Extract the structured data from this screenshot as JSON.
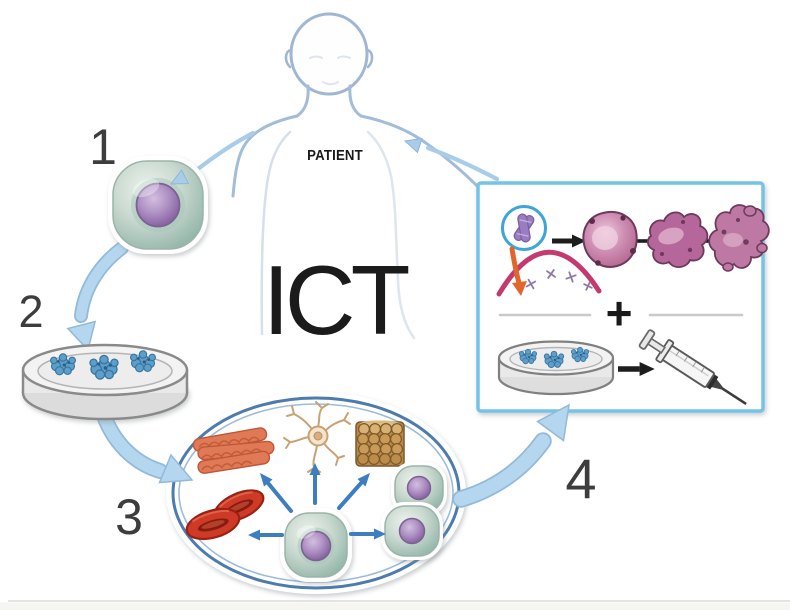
{
  "diagram": {
    "title": "ICT",
    "patient_label": "PATIENT",
    "plus_sign": "+",
    "step_numbers": [
      "1",
      "2",
      "3",
      "4"
    ]
  },
  "colors": {
    "background": "#ffffff",
    "cycle_arrow_fill": "#b4d6ee",
    "cycle_arrow_edge": "#93b9da",
    "patient_outline": "#a3bdd8",
    "step_number_text": "#3d3d3d",
    "title_text": "#1b1b1b",
    "ellipse_border": "#4d7bad",
    "box_border": "#74c3e6",
    "inner_arrow_blue": "#3c7ec0",
    "cell_body_sage": "#c3d3c9",
    "nucleus_purple": "#8e6ba6",
    "colony_blue": "#5d9fca",
    "muscle_coral": "#e07a56",
    "neuron_tan": "#c8a274",
    "tissue_brown": "#c99a58",
    "rbc_red": "#ce3a26",
    "reprogrammed_cell_pink": "#c27ba6",
    "arc_magenta": "#c43a6e",
    "correction_orange": "#e2662c",
    "black_arrow": "#1d1d1d",
    "dish_gray": "#f3f3f3"
  },
  "icons": [
    "patient-figure-icon",
    "somatic-cell-icon",
    "culture-dish-icon",
    "differentiation-ellipse-icon",
    "muscle-tissue-icon",
    "neuron-icon",
    "epithelial-tissue-icon",
    "red-blood-cells-icon",
    "stem-cell-icon",
    "self-renewal-cells-icon",
    "chromosome-icon",
    "gene-correction-arc-icon",
    "reprogrammed-cell-icon",
    "embryoid-body-icon",
    "syringe-icon",
    "cycle-arrow-icon",
    "plus-divider-icon"
  ]
}
